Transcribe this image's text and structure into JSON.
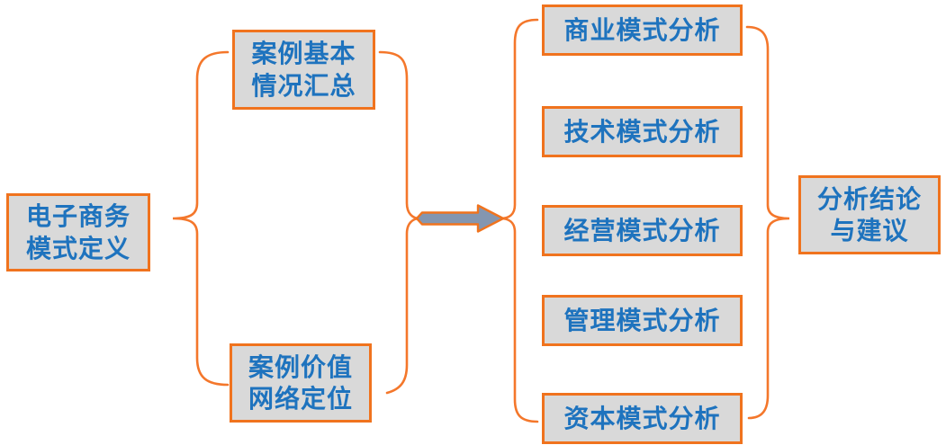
{
  "diagram": {
    "type": "flow-diagram",
    "background": "#FFFFFF",
    "colors": {
      "box_fill": "#D9D9D9",
      "box_border": "#F0731E",
      "text_blue": "#1E73BE",
      "brace_stroke": "#F4772B",
      "arrow_fill": "#8496B0",
      "arrow_border": "#F0731E"
    },
    "left_node": {
      "line1": "电子商务",
      "line2": "模式定义"
    },
    "pair_nodes": {
      "top": {
        "line1": "案例基本",
        "line2": "情况汇总"
      },
      "bottom": {
        "line1": "案例价值",
        "line2": "网络定位"
      }
    },
    "analysis_nodes": [
      {
        "label": "商业模式分析"
      },
      {
        "label": "技术模式分析"
      },
      {
        "label": "经营模式分析"
      },
      {
        "label": "管理模式分析"
      },
      {
        "label": "资本模式分析"
      }
    ],
    "result_node": {
      "line1": "分析结论",
      "line2": "与建议"
    }
  }
}
